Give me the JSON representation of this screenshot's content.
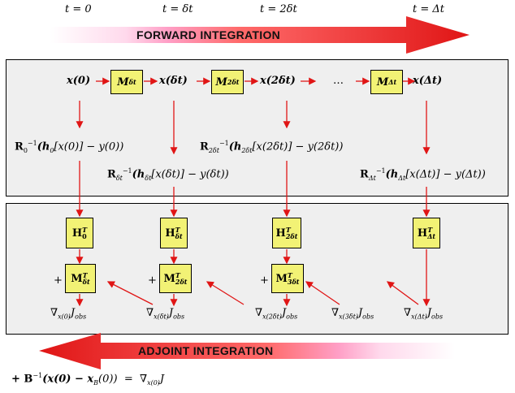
{
  "time_labels": {
    "t0": "t = 0",
    "t1": "t = δt",
    "t2": "t = 2δt",
    "t3": "t = Δt"
  },
  "forward_label": "FORWARD INTEGRATION",
  "adjoint_label": "ADJOINT INTEGRATION",
  "forward_row": {
    "x0": "x(0)",
    "x1": "x(δt)",
    "x2": "x(2δt)",
    "dots": "…",
    "x3": "x(Δt)"
  },
  "model_ops": {
    "m1": "M",
    "m1_sub": "δt",
    "m2": "M",
    "m2_sub": "2δt",
    "m3": "M",
    "m3_sub": "Δt"
  },
  "innovations": {
    "r0": "R",
    "r0_sub": "0",
    "r0_body": "(h",
    "r0_h_sub": "0",
    "r0_tail": "[x(0)] − y(0))",
    "r1": "R",
    "r1_sub": "δt",
    "r1_body": "(h",
    "r1_h_sub": "δt",
    "r1_tail": "[x(δt)] − y(δt))",
    "r2": "R",
    "r2_sub": "2δt",
    "r2_body": "(h",
    "r2_h_sub": "2δt",
    "r2_tail": "[x(2δt)] − y(2δt))",
    "r3": "R",
    "r3_sub": "Δt",
    "r3_body": "(h",
    "r3_h_sub": "Δt",
    "r3_tail": "[x(Δt)] − y(Δt))",
    "sup": "−1"
  },
  "adjoint_ops": {
    "h0": "H",
    "h0_sub": "0",
    "h1": "H",
    "h1_sub": "δt",
    "h2": "H",
    "h2_sub": "2δt",
    "h3": "H",
    "h3_sub": "Δt",
    "mt1": "M",
    "mt1_sub": "δt",
    "mt2": "M",
    "mt2_sub": "2δt",
    "mt3": "M",
    "mt3_sub": "3δt",
    "T": "T",
    "plus": "+"
  },
  "gradients": {
    "g0_sub": "x(0)",
    "g1_sub": "x(δt)",
    "g2_sub": "x(2δt)",
    "g3_sub": "x(3δt)",
    "g4_sub": "x(Δt)",
    "nabla": "∇",
    "J": "J",
    "obs": "obs"
  },
  "final_eq": {
    "lhs": "+ B",
    "sup": "−1",
    "mid": "(x(0) − x",
    "b_sub": "B",
    "rhs_open": "(0))",
    "eq": "=",
    "grad": "∇",
    "grad_sub": "x(0)",
    "J": "J"
  },
  "colors": {
    "arrow_red": "#e01515",
    "panel": "#efefef",
    "box": "#f2f275"
  }
}
